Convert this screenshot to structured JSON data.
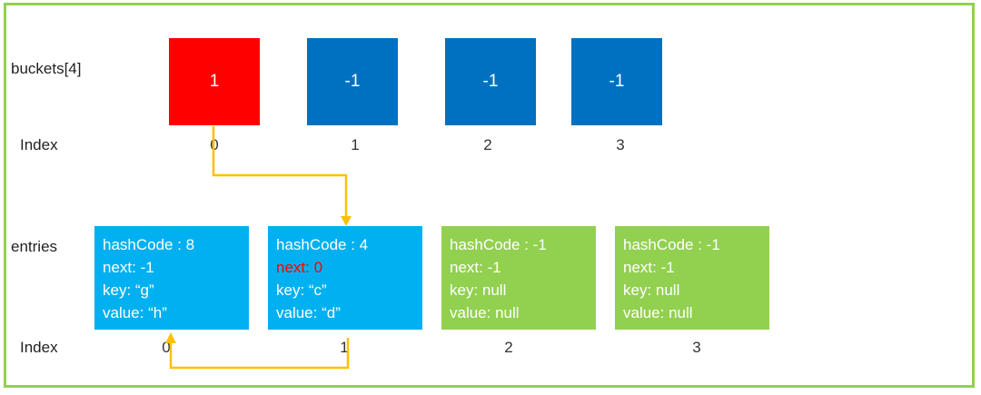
{
  "colors": {
    "border": "#92d050",
    "bucket_active": "#ff0000",
    "bucket_empty": "#0070c0",
    "entry_used": "#00b0f0",
    "entry_free": "#92d050",
    "arrow": "#ffc000",
    "highlight_text": "#ff0000"
  },
  "labels": {
    "buckets": "buckets[4]",
    "bucket_index": "Index",
    "entries": "entries",
    "entry_index": "Index"
  },
  "buckets": [
    {
      "value": "1",
      "index": "0"
    },
    {
      "value": "-1",
      "index": "1"
    },
    {
      "value": "-1",
      "index": "2"
    },
    {
      "value": "-1",
      "index": "3"
    }
  ],
  "entries": [
    {
      "hashCode": "hashCode : 8",
      "next": "next: -1",
      "key": "key: “g”",
      "value": "value: “h”",
      "index": "0"
    },
    {
      "hashCode": "hashCode : 4",
      "next": "next: 0",
      "key": "key: “c”",
      "value": "value: “d”",
      "index": "1"
    },
    {
      "hashCode": "hashCode : -1",
      "next": "next: -1",
      "key": "key: null",
      "value": "value: null",
      "index": "2"
    },
    {
      "hashCode": "hashCode : -1",
      "next": "next: -1",
      "key": "key: null",
      "value": "value: null",
      "index": "3"
    }
  ]
}
